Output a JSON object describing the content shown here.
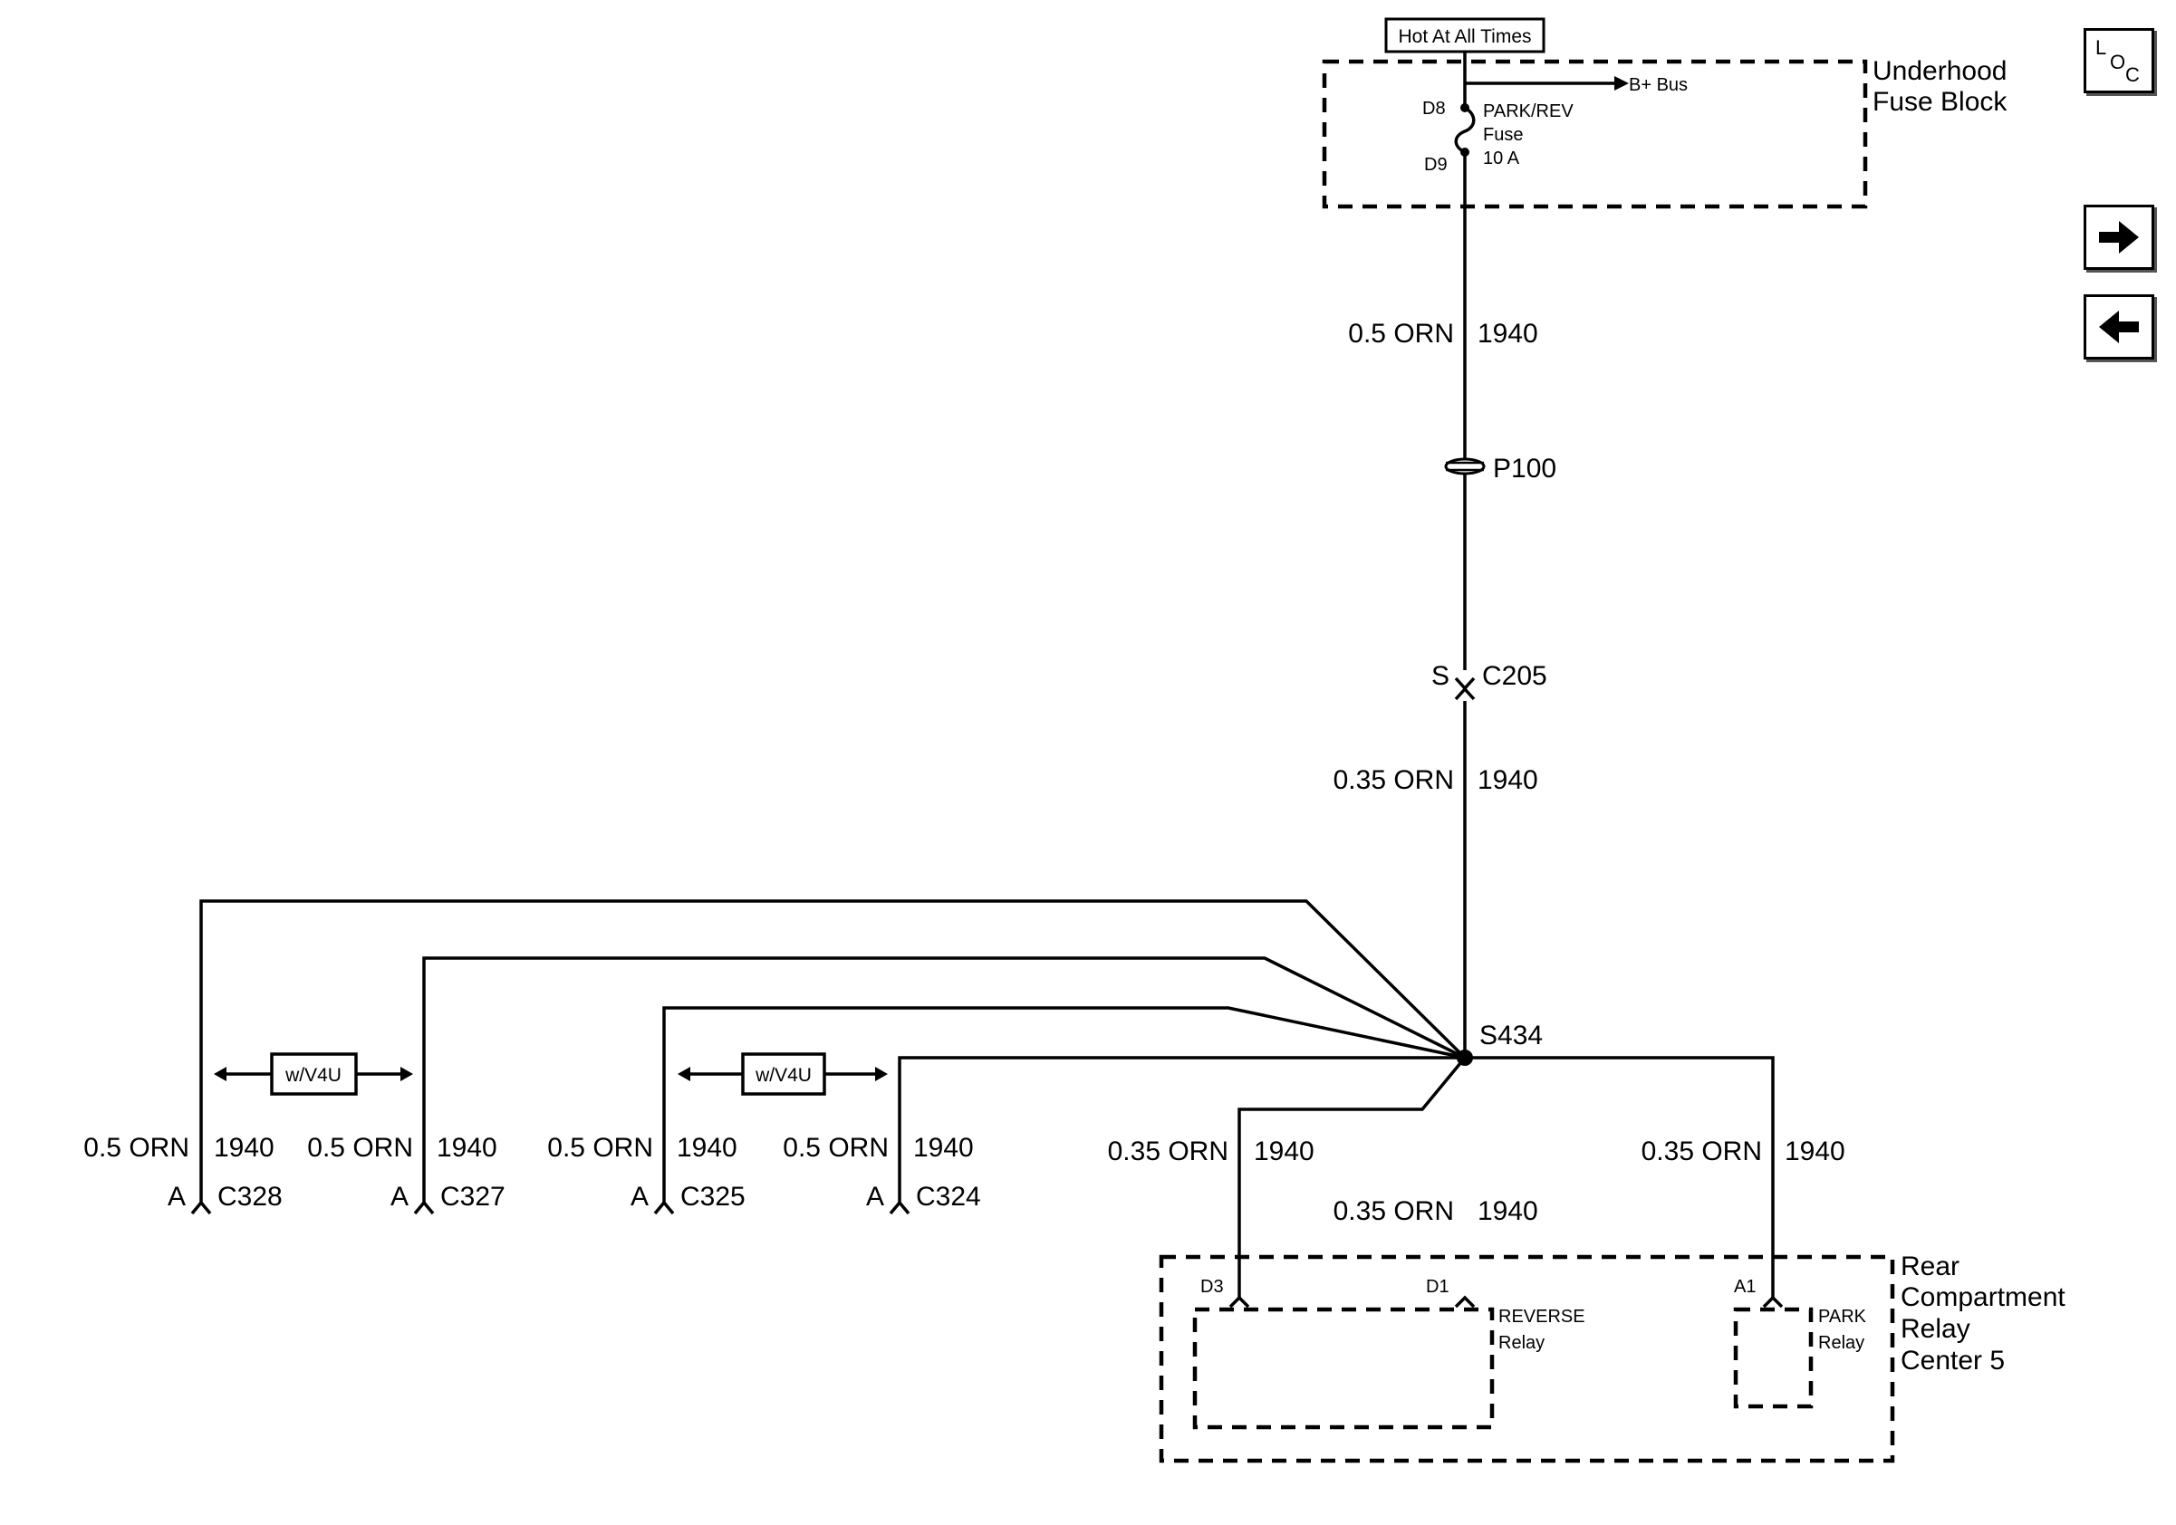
{
  "header": {
    "hot_label": "Hot At All Times"
  },
  "fuse_block": {
    "title_line1": "Underhood",
    "title_line2": "Fuse Block",
    "bus_label": "B+ Bus",
    "pin_in": "D8",
    "pin_out": "D9",
    "fuse_line1": "PARK/REV",
    "fuse_line2": "Fuse",
    "fuse_rating": "10 A"
  },
  "main_wires": {
    "upper": {
      "gauge_color": "0.5 ORN",
      "circuit": "1940"
    },
    "lower": {
      "gauge_color": "0.35 ORN",
      "circuit": "1940"
    }
  },
  "pass_through": {
    "label": "P100"
  },
  "connector_c205": {
    "pin": "S",
    "label": "C205"
  },
  "splice": {
    "label": "S434"
  },
  "options": [
    {
      "label": "w/V4U"
    },
    {
      "label": "w/V4U"
    }
  ],
  "branches": [
    {
      "gauge_color": "0.5 ORN",
      "circuit": "1940",
      "pin": "A",
      "connector": "C328"
    },
    {
      "gauge_color": "0.5 ORN",
      "circuit": "1940",
      "pin": "A",
      "connector": "C327"
    },
    {
      "gauge_color": "0.5 ORN",
      "circuit": "1940",
      "pin": "A",
      "connector": "C325"
    },
    {
      "gauge_color": "0.5 ORN",
      "circuit": "1940",
      "pin": "A",
      "connector": "C324"
    }
  ],
  "relay_wires": [
    {
      "gauge_color": "0.35 ORN",
      "circuit": "1940",
      "pin": "D3"
    },
    {
      "gauge_color": "0.35 ORN",
      "circuit": "1940",
      "pin": "D1"
    },
    {
      "gauge_color": "0.35 ORN",
      "circuit": "1940",
      "pin": "A1"
    }
  ],
  "relay_center": {
    "title_line1": "Rear",
    "title_line2": "Compartment",
    "title_line3": "Relay",
    "title_line4": "Center 5",
    "reverse_line1": "REVERSE",
    "reverse_line2": "Relay",
    "park_line1": "PARK",
    "park_line2": "Relay"
  },
  "nav": {
    "loc": {
      "l": "L",
      "o": "O",
      "c": "C"
    },
    "next_icon": "arrow-right-icon",
    "prev_icon": "arrow-left-icon"
  }
}
